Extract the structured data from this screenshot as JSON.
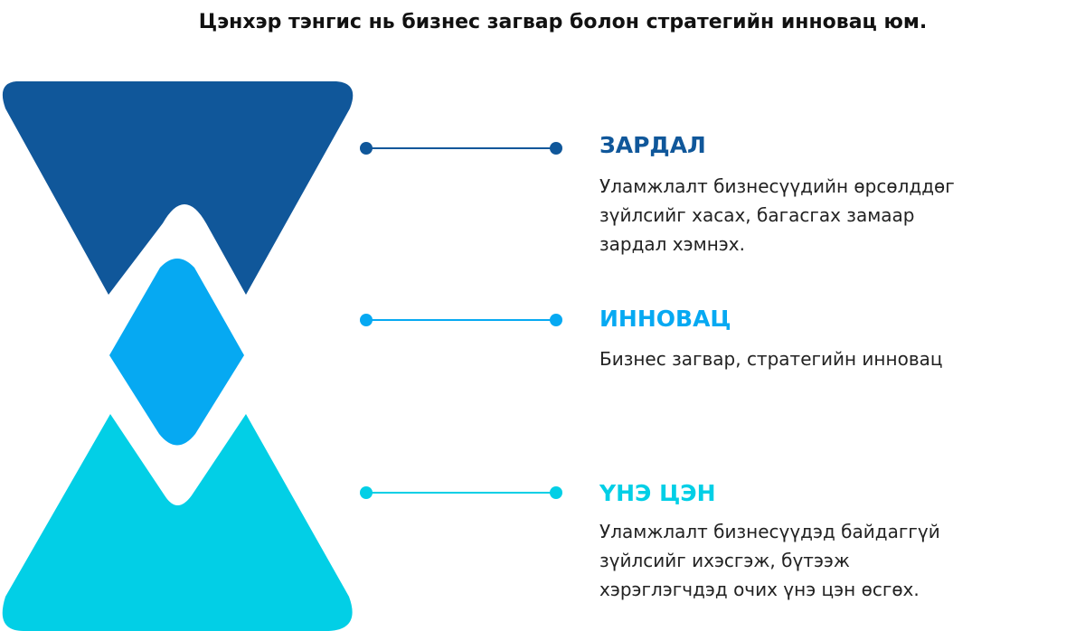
{
  "title": "Цэнхэр тэнгис нь бизнес загвар болон стратегийн инновац юм.",
  "colors": {
    "cost": "#10579A",
    "innovation": "#06A9F2",
    "value": "#02CFE6"
  },
  "sections": [
    {
      "heading": "ЗАРДАЛ",
      "lines": [
        "Уламжлалт бизнесүүдийн өрсөлддөг",
        "зүйлсийг хасах, багасгах замаар",
        "зардал хэмнэх."
      ]
    },
    {
      "heading": "ИННОВАЦ",
      "lines": [
        "Бизнес загвар, стратегийн инновац"
      ]
    },
    {
      "heading": "ҮНЭ ЦЭН",
      "lines": [
        "Уламжлалт бизнесүүдэд байдаггүй",
        "зүйлсийг ихэсгэж,  бүтээж",
        "хэрэглэгчдэд очих үнэ цэн өсгөх."
      ]
    }
  ]
}
